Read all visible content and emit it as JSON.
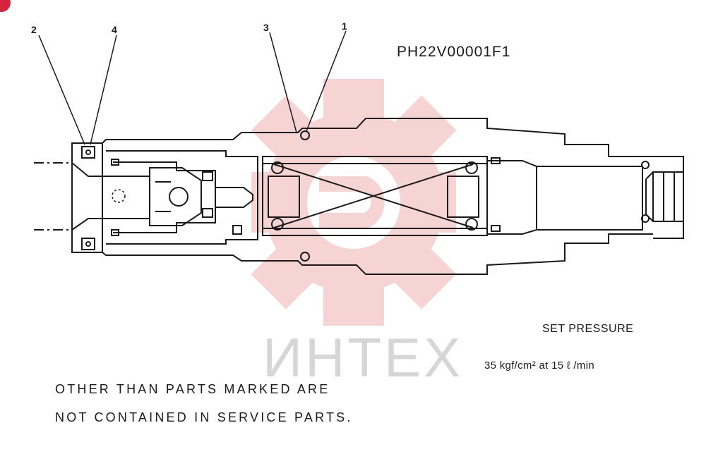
{
  "drawing": {
    "code": "PH22V00001F1",
    "set_pressure_label": "SET PRESSURE",
    "set_pressure_value": "35 kgf/cm²  at  15 ℓ /min",
    "note_line1": "OTHER THAN PARTS MARKED ARE",
    "note_line2": "NOT CONTAINED IN SERVICE PARTS."
  },
  "callouts": [
    "2",
    "4",
    "3",
    "1"
  ],
  "watermark": {
    "text": "ИНТЕХ",
    "gear_color": "#f3c6c6",
    "text_color": "#d6d6d6"
  },
  "colors": {
    "line": "#1a1a1a",
    "badge": "#d6243c"
  }
}
